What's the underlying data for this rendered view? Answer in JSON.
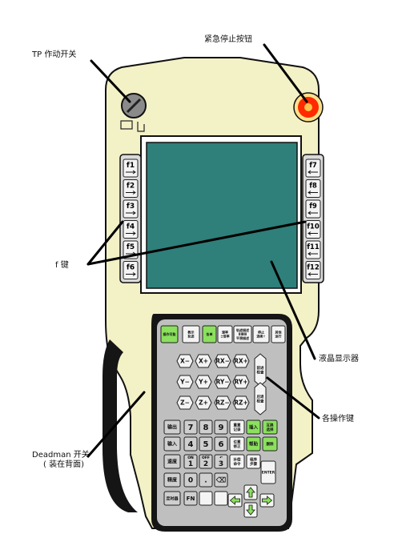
{
  "labels": {
    "tp_switch": "TP 作动开关",
    "estop": "紧急停止按钮",
    "f_keys": "f 键",
    "lcd": "液晶显示器",
    "keys": "各操作键",
    "deadman_1": "Deadman 开关",
    "deadman_2": "( 装在背面)"
  },
  "fkeys_left": [
    "f1",
    "f2",
    "f3",
    "f4",
    "f5",
    "f6"
  ],
  "fkeys_right": [
    "f7",
    "f8",
    "f9",
    "f10",
    "f11",
    "f12"
  ],
  "top_keys": [
    "操作可能",
    "教示\n轨迹",
    "各单",
    "速率\n±倍率",
    "轨迹描述\nⅡⅢⅢ\n平滑描述",
    "停止\n连续↑",
    "其他\n运行"
  ],
  "jog_keys": [
    [
      "X−",
      "X+",
      "RX−",
      "RX+"
    ],
    [
      "Y−",
      "Y+",
      "RY−",
      "RY+"
    ],
    [
      "Z−",
      "Z+",
      "RZ−",
      "RZ+"
    ]
  ],
  "side_keys": [
    "前进\n检查",
    "后退\n检查"
  ],
  "num_rows": [
    [
      "输出",
      "7",
      "8",
      "9",
      "重置\n记录",
      "插入",
      "互换\n选择"
    ],
    [
      "输入",
      "4",
      "5",
      "6",
      "位置\n修正",
      "帮助",
      "删除"
    ],
    [
      "速度",
      "1",
      "2",
      "3",
      "补偿\n命令",
      "程序\n步骤"
    ],
    [
      "精度",
      "0",
      ".",
      "⌫"
    ],
    [
      "定时器",
      "FN"
    ]
  ],
  "num_sub": [
    "ON",
    "OFF",
    "↶"
  ],
  "enter_key": "ENTER",
  "colors": {
    "pendant_body": "#f3f1c6",
    "keypad": "#bfbfbf",
    "screen": "#2f7f7a",
    "gray_key": "#cfcfcf",
    "green_key": "#8be05e",
    "white_key": "#f4f4f4",
    "estop": "#ff2a00",
    "outline": "#111111"
  }
}
